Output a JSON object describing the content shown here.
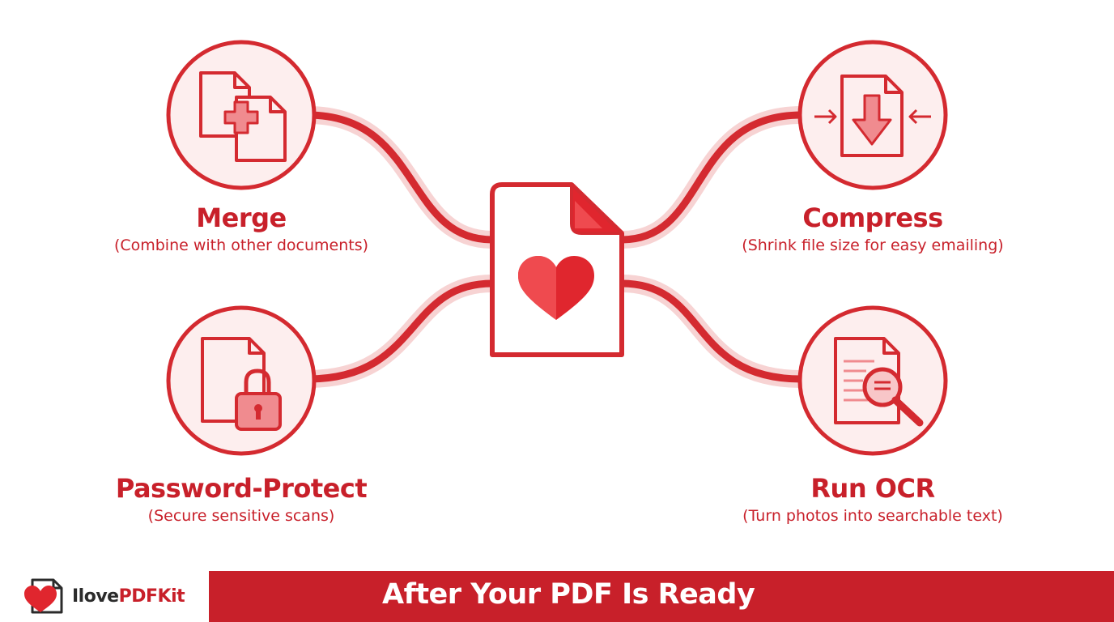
{
  "colors": {
    "accent": "#c8202a",
    "accent_light": "#f6d4d4",
    "background": "#ffffff"
  },
  "center": {
    "icon": "pdf-heart-icon"
  },
  "nodes": [
    {
      "title": "Merge",
      "subtitle": "(Combine with other documents)",
      "icon": "merge-files-icon"
    },
    {
      "title": "Compress",
      "subtitle": "(Shrink file size for easy emailing)",
      "icon": "compress-file-icon"
    },
    {
      "title": "Password-Protect",
      "subtitle": "(Secure sensitive scans)",
      "icon": "file-lock-icon"
    },
    {
      "title": "Run OCR",
      "subtitle": "(Turn photos into searchable text)",
      "icon": "ocr-search-icon"
    }
  ],
  "footer": {
    "brand_prefix": "Ilove",
    "brand_suffix": "PDFKit",
    "title": "After Your PDF Is Ready"
  }
}
